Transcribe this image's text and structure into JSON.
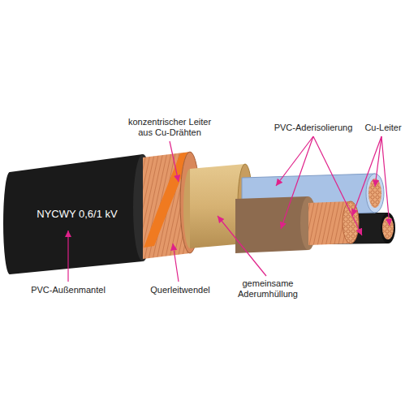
{
  "diagram": {
    "labels": [
      "NYCWY 0,6/1 kV",
      "konzentrischer Leiter aus Cu-Drähten",
      "PVC-Aderisolierung",
      "Cu-Leiter",
      "PVC-Außenmantel",
      "Querleitwendel",
      "gemeinsame Aderumhüllung"
    ]
  }
}
